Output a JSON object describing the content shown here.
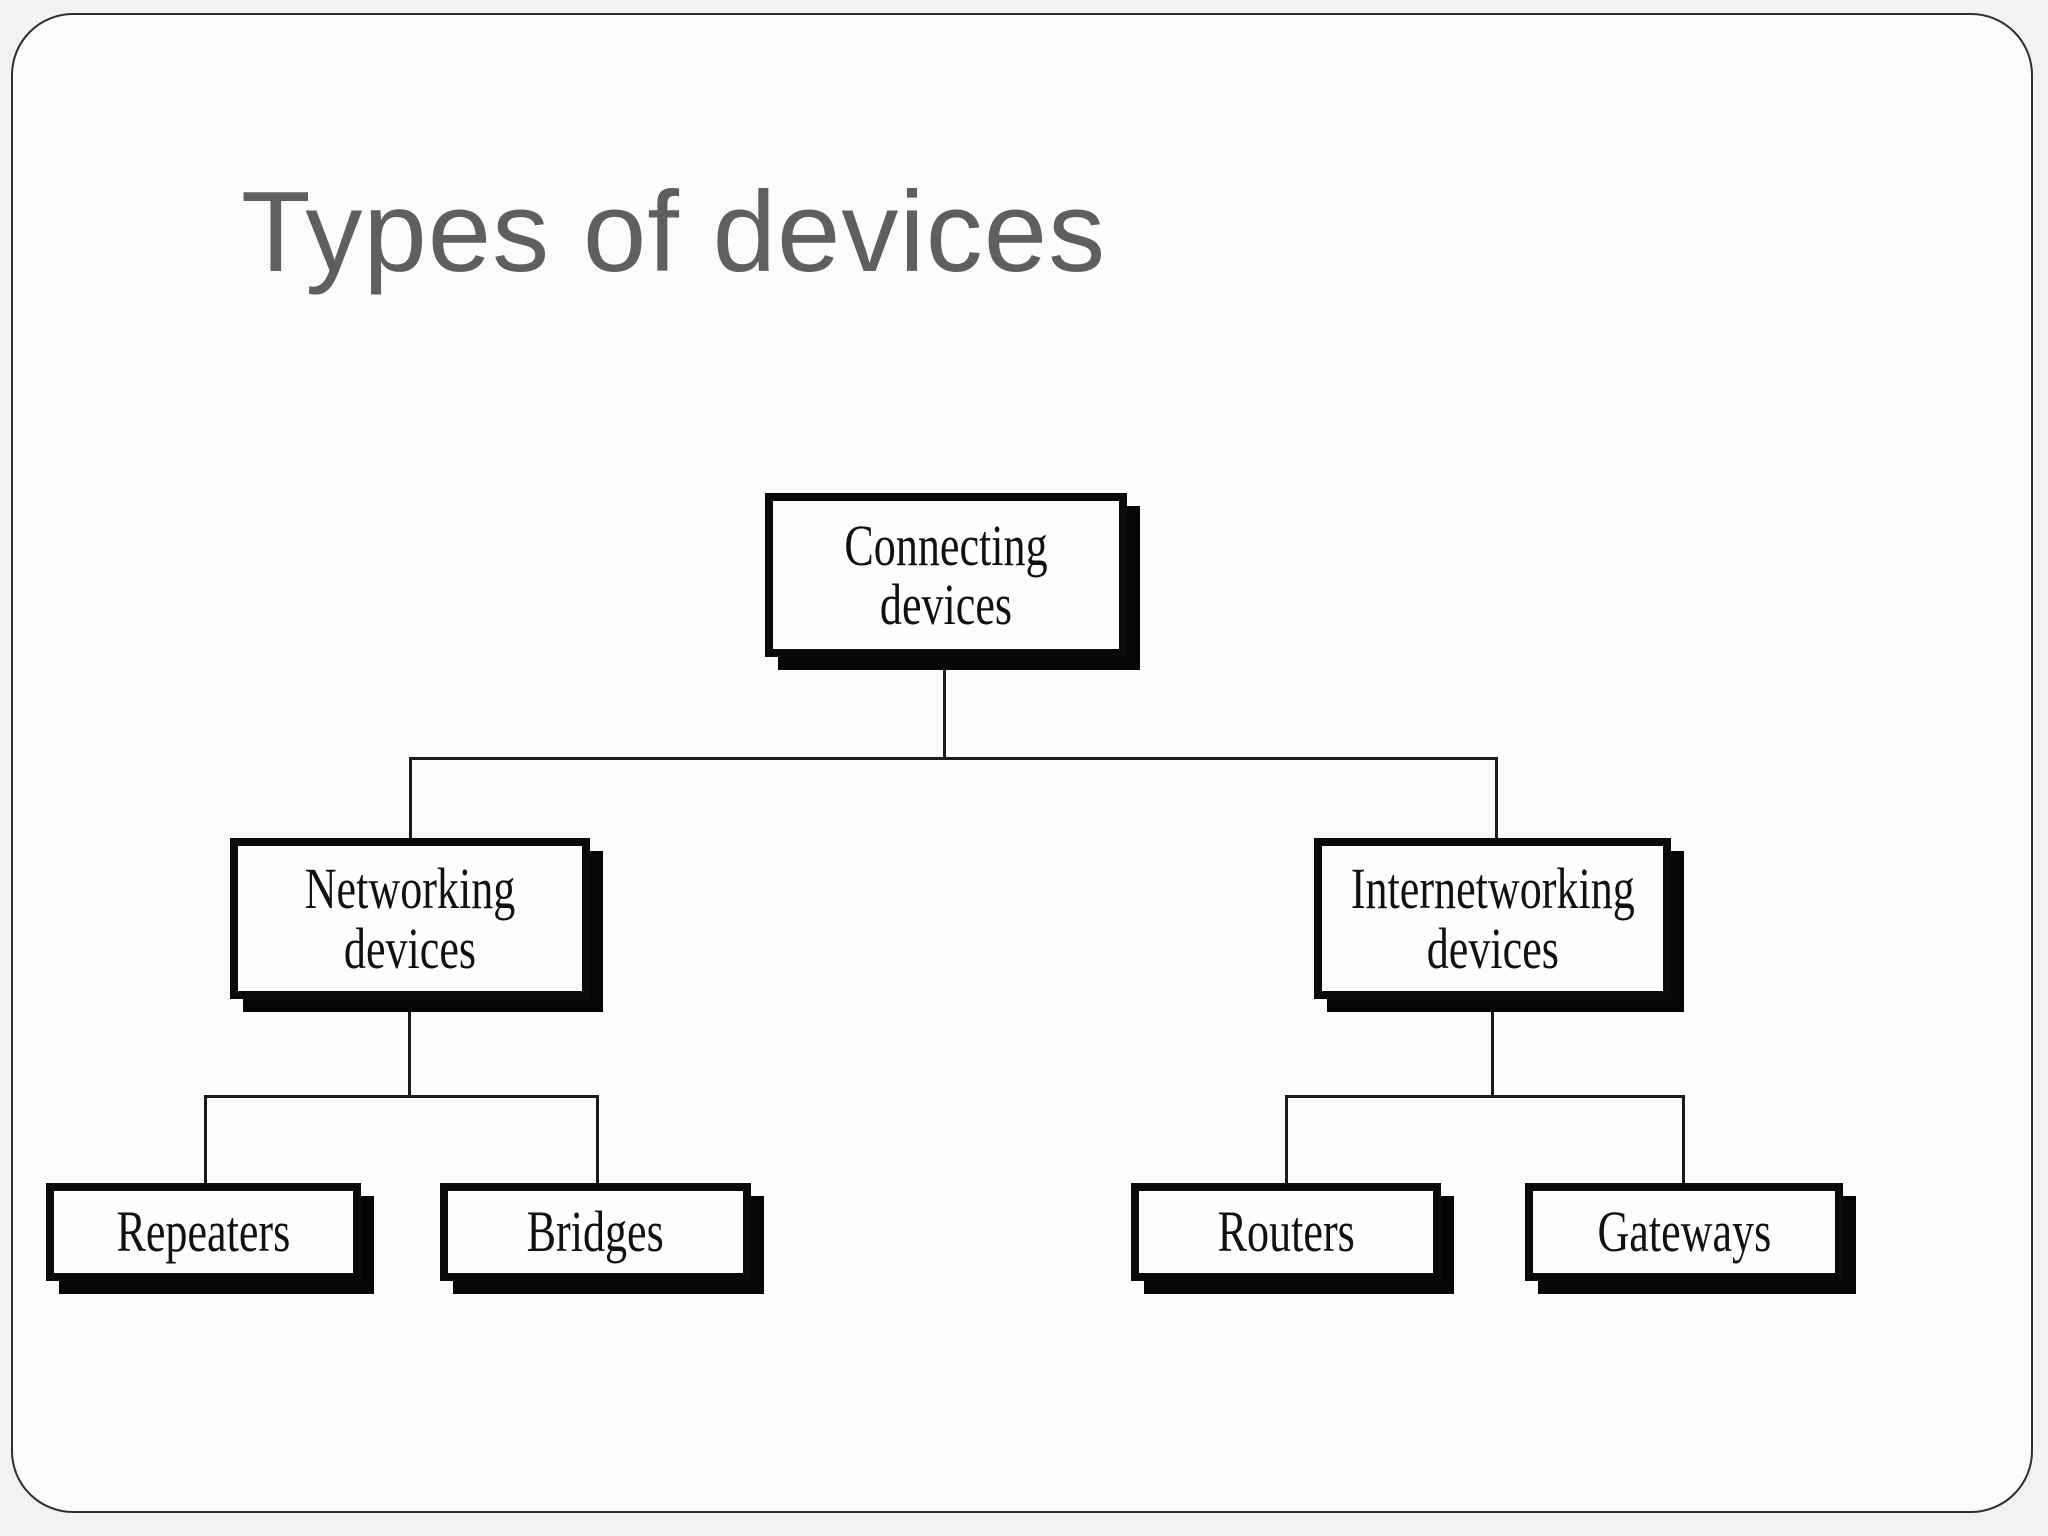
{
  "slide": {
    "title": "Types of devices"
  },
  "diagram": {
    "type": "tree",
    "root": {
      "label": "Connecting devices"
    },
    "children": [
      {
        "label": "Networking devices",
        "children": [
          {
            "label": "Repeaters"
          },
          {
            "label": "Bridges"
          }
        ]
      },
      {
        "label": "Internetworking devices",
        "children": [
          {
            "label": "Routers"
          },
          {
            "label": "Gateways"
          }
        ]
      }
    ],
    "colors": {
      "title_text": "#5f5f5f",
      "box_border": "#0a0a0a",
      "box_fill": "#fefefe",
      "box_shadow": "#050505",
      "connector_line": "#1b1b1b",
      "slide_background": "#fcfcfc",
      "frame_border": "#2e2e2e"
    }
  }
}
